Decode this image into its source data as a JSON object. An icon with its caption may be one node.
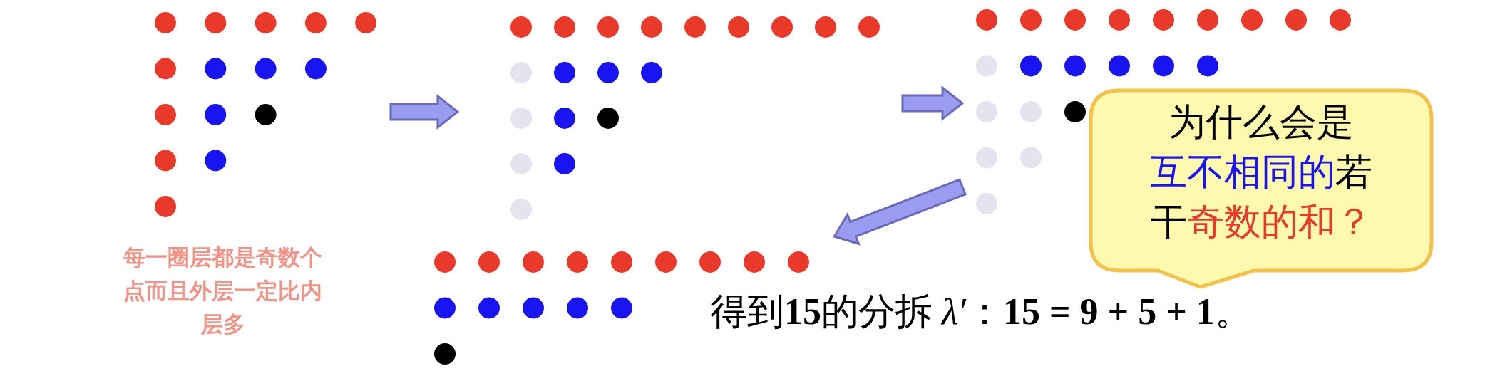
{
  "diagram": {
    "nodes": [
      {
        "text": [],
        "shape": "picture"
      },
      {
        "text": [],
        "shape": "picture"
      },
      {
        "text": [],
        "shape": "picture"
      },
      {
        "text": [],
        "shape": "picture"
      },
      {
        "text": [
          "为什么会是",
          "互不相同的",
          "若干",
          "奇数的和？"
        ]
      }
    ],
    "edges": [
      {
        "from": 0,
        "to": 1,
        "arrow": "to"
      },
      {
        "from": 1,
        "to": 2,
        "arrow": "to"
      },
      {
        "from": 2,
        "to": 3,
        "arrow": "to"
      }
    ],
    "labels": [
      "每一圈层都是奇数个点而且外层一定比内层多",
      "得到**15**的分拆 *λ′*：**15 = 9 + 5 + 1**。"
    ]
  }
}
